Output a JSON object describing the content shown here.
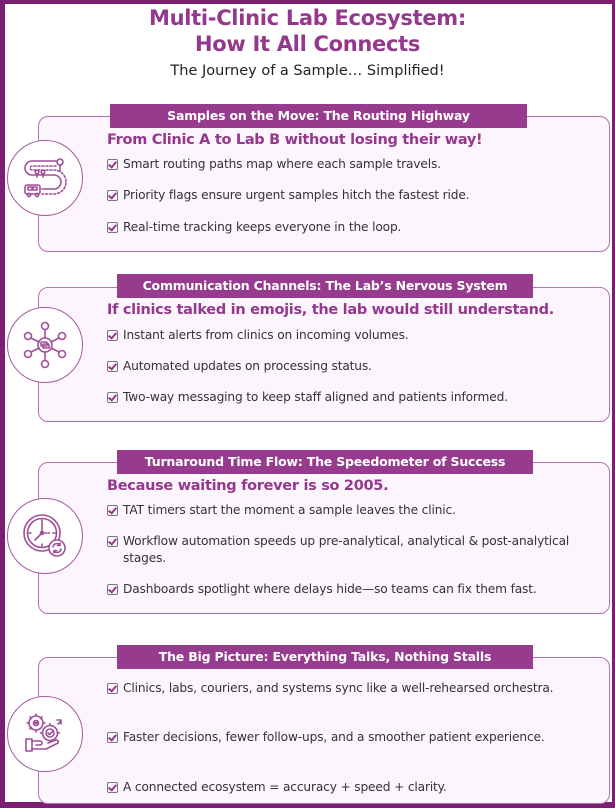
{
  "header": {
    "title_line1": "Multi-Clinic Lab Ecosystem:",
    "title_line2": "How It All Connects",
    "subtitle": "The Journey of a Sample… Simplified!"
  },
  "colors": {
    "frame": "#7b1f73",
    "accent": "#93388c",
    "banner": "#973b8f",
    "card_bg": "#fdf5fd",
    "card_border": "#b76fb0",
    "body_text": "#333333"
  },
  "sections": [
    {
      "icon": "route-van-icon",
      "heading": "Samples on the Move: The Routing Highway",
      "tagline": "From Clinic A to Lab B without losing their way!",
      "bullets": [
        "Smart routing paths map where each sample travels.",
        "Priority flags ensure urgent samples hitch the fastest ride.",
        "Real-time tracking keeps everyone in the loop."
      ]
    },
    {
      "icon": "network-chat-icon",
      "heading": "Communication Channels: The Lab’s Nervous System",
      "tagline": "If clinics talked in emojis, the lab would still understand.",
      "bullets": [
        "Instant alerts from clinics on incoming volumes.",
        "Automated updates on processing status.",
        "Two-way messaging to keep staff aligned and patients informed."
      ]
    },
    {
      "icon": "clock-refresh-icon",
      "heading": "Turnaround Time Flow: The Speedometer of Success",
      "tagline": "Because waiting forever is so 2005.",
      "bullets": [
        "TAT timers start the moment a sample leaves the clinic.",
        "Workflow automation speeds up pre-analytical, analytical & post-analytical stages.",
        "Dashboards spotlight where delays hide—so teams can fix them fast."
      ]
    },
    {
      "icon": "hand-gears-icon",
      "heading": "The Big Picture: Everything Talks, Nothing Stalls",
      "tagline": "",
      "bullets": [
        "Clinics, labs, couriers, and systems sync like a well-rehearsed orchestra.",
        "Faster decisions, fewer follow-ups, and a smoother patient experience.",
        "A connected ecosystem = accuracy + speed + clarity."
      ]
    }
  ]
}
